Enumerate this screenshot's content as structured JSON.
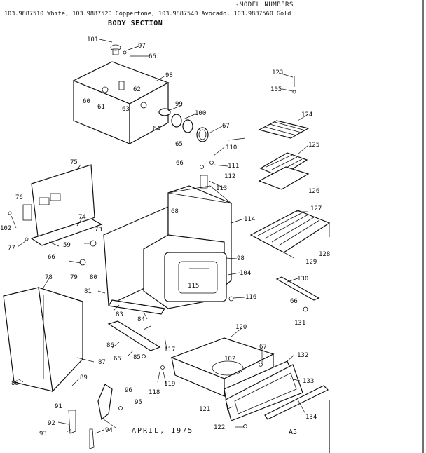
{
  "header": {
    "models_title": "-MODEL NUMBERS",
    "model_line": "103.9887510 White,  103.9887520 Coppertone,  103.9887540 Avocado,  103.9887560 Gold",
    "section": "BODY SECTION"
  },
  "footer": {
    "date": "APRIL, 1975",
    "page": "A5"
  },
  "parts": [
    {
      "id": "p101",
      "num": "101"
    },
    {
      "id": "p97",
      "num": "97"
    },
    {
      "id": "p66a",
      "num": "66"
    },
    {
      "id": "p98a",
      "num": "98"
    },
    {
      "id": "p62",
      "num": "62"
    },
    {
      "id": "p60",
      "num": "60"
    },
    {
      "id": "p61",
      "num": "61"
    },
    {
      "id": "p63",
      "num": "63"
    },
    {
      "id": "p99",
      "num": "99"
    },
    {
      "id": "p100",
      "num": "100"
    },
    {
      "id": "p64",
      "num": "64"
    },
    {
      "id": "p65",
      "num": "65"
    },
    {
      "id": "p67a",
      "num": "67"
    },
    {
      "id": "p123",
      "num": "123"
    },
    {
      "id": "p105",
      "num": "105"
    },
    {
      "id": "p124",
      "num": "124"
    },
    {
      "id": "p125",
      "num": "125"
    },
    {
      "id": "p126",
      "num": "126"
    },
    {
      "id": "p110",
      "num": "110"
    },
    {
      "id": "p111",
      "num": "111"
    },
    {
      "id": "p66b",
      "num": "66"
    },
    {
      "id": "p112",
      "num": "112"
    },
    {
      "id": "p113",
      "num": "113"
    },
    {
      "id": "p75",
      "num": "75"
    },
    {
      "id": "p76",
      "num": "76"
    },
    {
      "id": "p102a",
      "num": "102"
    },
    {
      "id": "p74",
      "num": "74"
    },
    {
      "id": "p77",
      "num": "77"
    },
    {
      "id": "p59",
      "num": "59"
    },
    {
      "id": "p73",
      "num": "73"
    },
    {
      "id": "p68",
      "num": "68"
    },
    {
      "id": "p114",
      "num": "114"
    },
    {
      "id": "p127",
      "num": "127"
    },
    {
      "id": "p128",
      "num": "128"
    },
    {
      "id": "p129",
      "num": "129"
    },
    {
      "id": "p66c",
      "num": "66"
    },
    {
      "id": "p79",
      "num": "79"
    },
    {
      "id": "p80",
      "num": "80"
    },
    {
      "id": "p98b",
      "num": "98"
    },
    {
      "id": "p104",
      "num": "104"
    },
    {
      "id": "p78",
      "num": "78"
    },
    {
      "id": "p81",
      "num": "81"
    },
    {
      "id": "p115",
      "num": "115"
    },
    {
      "id": "p116",
      "num": "116"
    },
    {
      "id": "p130",
      "num": "130"
    },
    {
      "id": "p66d",
      "num": "66"
    },
    {
      "id": "p131",
      "num": "131"
    },
    {
      "id": "p83",
      "num": "83"
    },
    {
      "id": "p84",
      "num": "84"
    },
    {
      "id": "p120",
      "num": "120"
    },
    {
      "id": "p86",
      "num": "86"
    },
    {
      "id": "p66e",
      "num": "66"
    },
    {
      "id": "p117",
      "num": "117"
    },
    {
      "id": "p67b",
      "num": "67"
    },
    {
      "id": "p85",
      "num": "85"
    },
    {
      "id": "p87",
      "num": "87"
    },
    {
      "id": "p102b",
      "num": "102"
    },
    {
      "id": "p132",
      "num": "132"
    },
    {
      "id": "p88",
      "num": "88"
    },
    {
      "id": "p89",
      "num": "89"
    },
    {
      "id": "p96",
      "num": "96"
    },
    {
      "id": "p118",
      "num": "118"
    },
    {
      "id": "p119",
      "num": "119"
    },
    {
      "id": "p133",
      "num": "133"
    },
    {
      "id": "p95",
      "num": "95"
    },
    {
      "id": "p91",
      "num": "91"
    },
    {
      "id": "p121",
      "num": "121"
    },
    {
      "id": "p134",
      "num": "134"
    },
    {
      "id": "p92",
      "num": "92"
    },
    {
      "id": "p94",
      "num": "94"
    },
    {
      "id": "p93",
      "num": "93"
    },
    {
      "id": "p122",
      "num": "122"
    }
  ]
}
